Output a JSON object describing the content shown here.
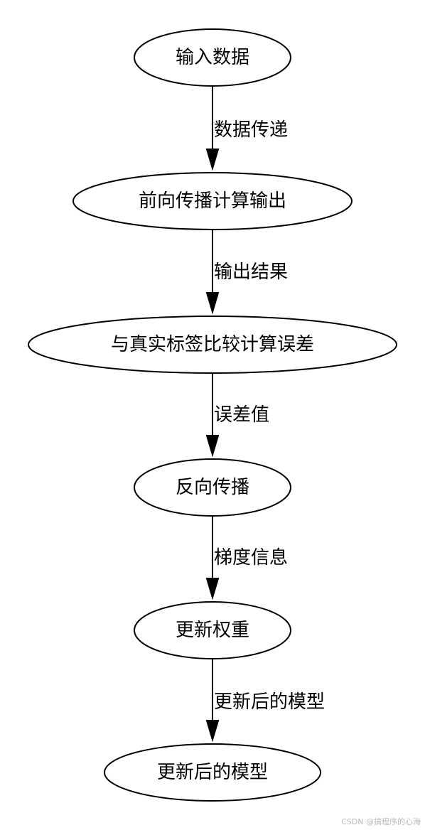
{
  "diagram": {
    "nodes": [
      {
        "id": "input",
        "label": "输入数据"
      },
      {
        "id": "forward",
        "label": "前向传播计算输出"
      },
      {
        "id": "compare",
        "label": "与真实标签比较计算误差"
      },
      {
        "id": "backprop",
        "label": "反向传播"
      },
      {
        "id": "update",
        "label": "更新权重"
      },
      {
        "id": "model",
        "label": "更新后的模型"
      }
    ],
    "edges": [
      {
        "from": "input",
        "to": "forward",
        "label": "数据传递"
      },
      {
        "from": "forward",
        "to": "compare",
        "label": "输出结果"
      },
      {
        "from": "compare",
        "to": "backprop",
        "label": "误差值"
      },
      {
        "from": "backprop",
        "to": "update",
        "label": "梯度信息"
      },
      {
        "from": "update",
        "to": "model",
        "label": "更新后的模型"
      }
    ]
  },
  "watermark": "CSDN @搞程序的心海"
}
